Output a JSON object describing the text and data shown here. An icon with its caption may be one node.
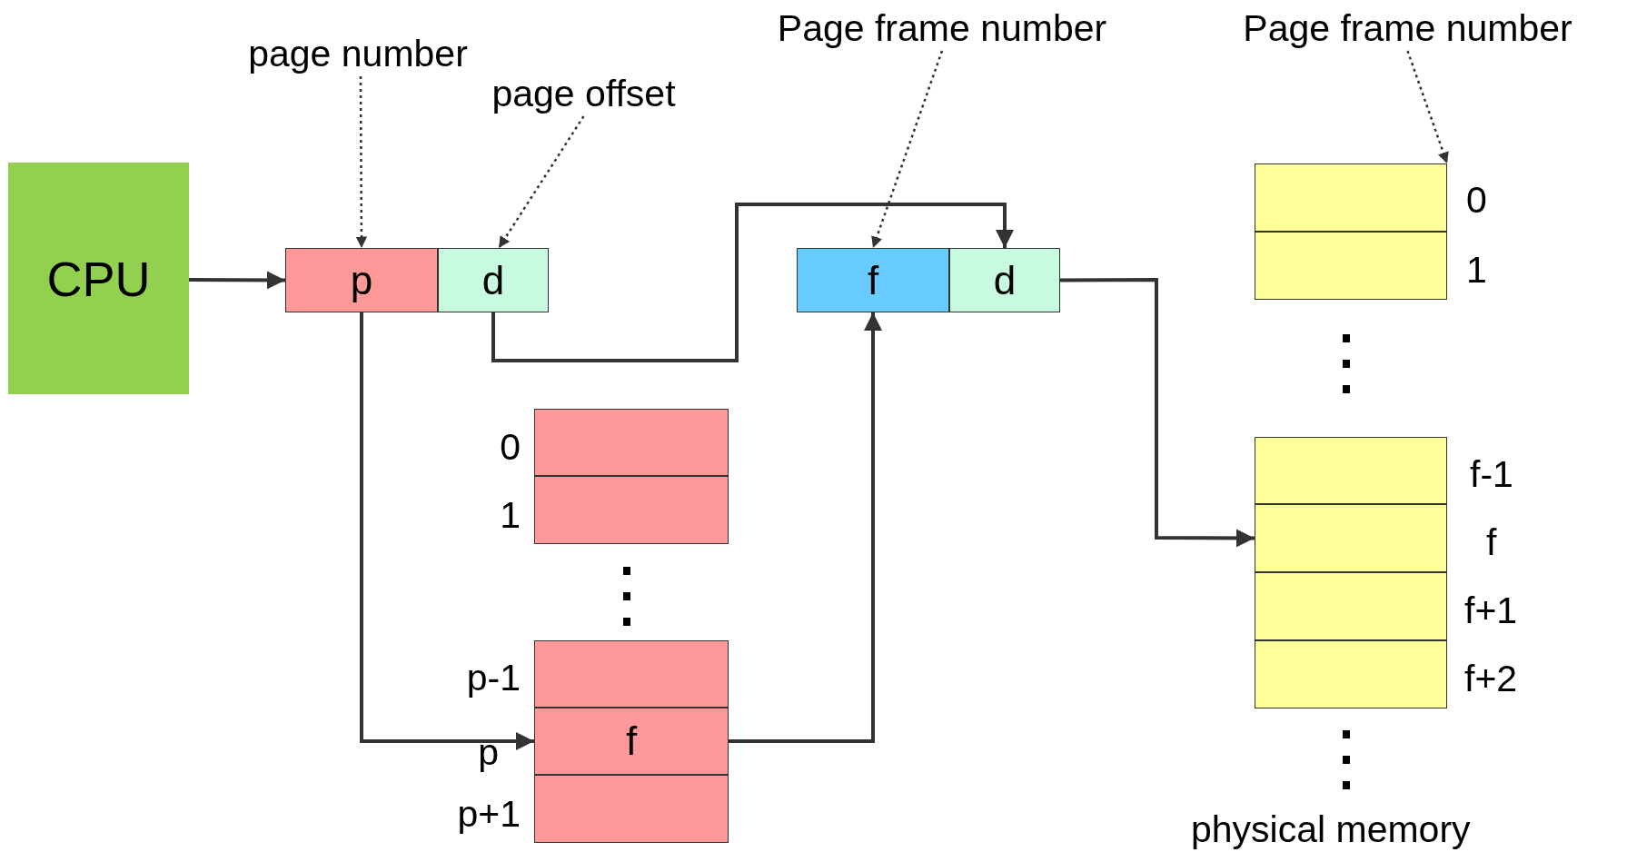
{
  "diagram": {
    "nodes": [
      {
        "text": [
          "CPU"
        ]
      },
      {
        "text": [
          "page number"
        ]
      },
      {
        "text": [
          "page offset"
        ]
      },
      {
        "text": [
          "p"
        ]
      },
      {
        "text": [
          "d"
        ]
      },
      {
        "text": [
          "Page frame number"
        ]
      },
      {
        "text": [
          "f"
        ]
      },
      {
        "text": [
          "d"
        ]
      },
      {
        "text": [
          "Page frame number"
        ]
      },
      {
        "text": [],
        "shape": "box",
        "beside": [
          "0"
        ]
      },
      {
        "text": [],
        "shape": "box",
        "beside": [
          "1"
        ]
      },
      {
        "text": [],
        "shape": "box",
        "beside": [
          "0"
        ]
      },
      {
        "text": [],
        "shape": "box",
        "beside": [
          "1"
        ]
      },
      {
        "text": [],
        "shape": "box",
        "beside": [
          "p-1"
        ]
      },
      {
        "text": [
          "f"
        ],
        "beside": [
          "p"
        ]
      },
      {
        "text": [],
        "shape": "box",
        "beside": [
          "p+1"
        ]
      },
      {
        "text": [],
        "shape": "box",
        "beside": [
          "f-1"
        ]
      },
      {
        "text": [],
        "shape": "box",
        "beside": [
          "f"
        ]
      },
      {
        "text": [],
        "shape": "box",
        "beside": [
          "f+1"
        ]
      },
      {
        "text": [],
        "shape": "box",
        "beside": [
          "f+2"
        ]
      }
    ],
    "edges": [
      {
        "from": 0,
        "to": 3,
        "arrow": "to"
      },
      {
        "from": 1,
        "to": 3,
        "arrow": "to",
        "style": "dashed"
      },
      {
        "from": 2,
        "to": 4,
        "arrow": "to",
        "style": "dashed"
      },
      {
        "from": 5,
        "to": 6,
        "arrow": "to",
        "style": "dashed"
      },
      {
        "from": 8,
        "to": 9,
        "arrow": "to",
        "style": "dashed"
      },
      {
        "from": 3,
        "to": 14,
        "arrow": "to"
      },
      {
        "from": 14,
        "to": 6,
        "arrow": "to"
      },
      {
        "from": 4,
        "to": 7,
        "arrow": "to"
      },
      {
        "from": 7,
        "to": 17,
        "arrow": "to"
      }
    ],
    "labels": [
      "physical memory"
    ]
  }
}
